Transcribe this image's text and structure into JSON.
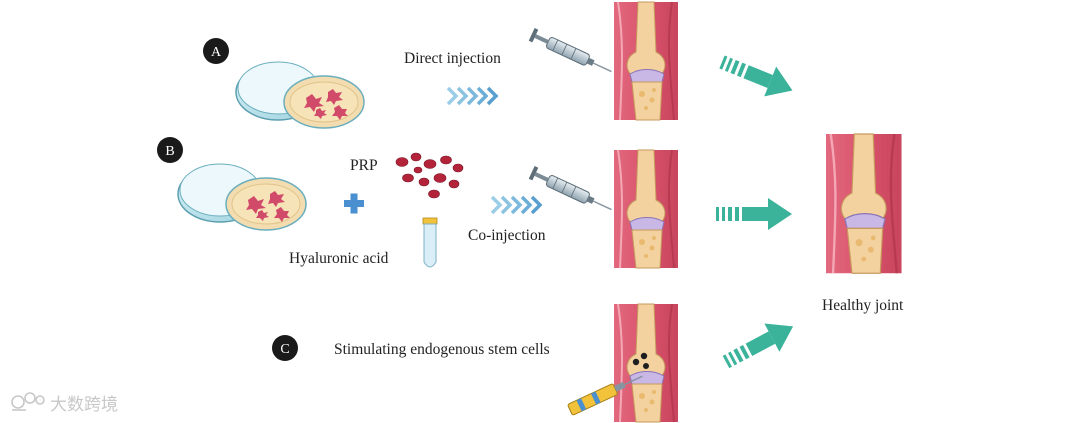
{
  "figure": {
    "panels": [
      {
        "id": "A",
        "letter": "A",
        "label": "Direct injection"
      },
      {
        "id": "B",
        "letter": "B",
        "label": "Co-injection",
        "prp_label": "PRP",
        "ha_label": "Hyaluronic acid"
      },
      {
        "id": "C",
        "letter": "C",
        "label": "Stimulating endogenous stem cells"
      }
    ],
    "outcome_label": "Healthy joint",
    "watermark": "大数跨境"
  },
  "colors": {
    "badge": "#1a1a1a",
    "arrow_teal": "#3bb39a",
    "chevron_blue": "#6fb6dc",
    "muscle": "#d9536b",
    "bone": "#f3d2a0",
    "cartilage": "#c9b8e6",
    "dish": "#a8dbe6",
    "cells": "#d24a6a",
    "blood": "#b3243a"
  },
  "icons": [
    "petri-dish-icon",
    "syringe-icon",
    "knee-joint-icon",
    "plus-icon",
    "tube-icon",
    "blood-cells-icon"
  ]
}
